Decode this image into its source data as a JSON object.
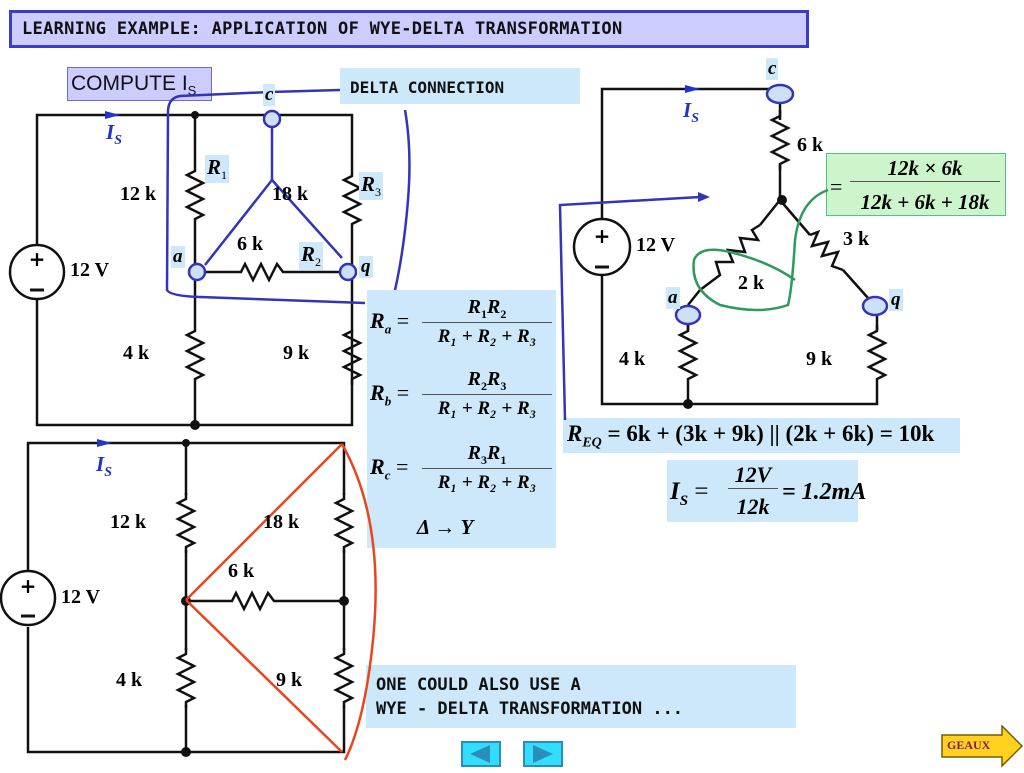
{
  "title": "LEARNING EXAMPLE: APPLICATION OF WYE-DELTA TRANSFORMATION",
  "compute_label": "COMPUTE I",
  "compute_sub": "S",
  "delta_label": "DELTA CONNECTION",
  "circuit1": {
    "source": "12 V",
    "current": "I",
    "current_sub": "S",
    "resistors": {
      "r12": "12 k",
      "r18": "18 k",
      "r6": "6 k",
      "r4": "4 k",
      "r9": "9 k"
    },
    "names": {
      "R1": "R",
      "R1_sub": "1",
      "R2": "R",
      "R2_sub": "2",
      "R3": "R",
      "R3_sub": "3"
    },
    "nodes": {
      "a": "a",
      "c": "c",
      "q": "q"
    }
  },
  "formulas": {
    "Ra": {
      "lhs": "R",
      "lhs_sub": "a",
      "num": [
        "R",
        "1",
        "R",
        "2"
      ],
      "den": "R₁ + R₂ + R₃"
    },
    "Rb": {
      "lhs": "R",
      "lhs_sub": "b",
      "num": [
        "R",
        "2",
        "R",
        "3"
      ],
      "den": "R₁ + R₂ + R₃"
    },
    "Rc": {
      "lhs": "R",
      "lhs_sub": "c",
      "num": [
        "R",
        "3",
        "R",
        "1"
      ],
      "den": "R₁ + R₂ + R₃"
    },
    "transform": "Δ → Y"
  },
  "circuit2": {
    "source": "12 V",
    "current": "I",
    "current_sub": "S",
    "resistors": {
      "r6": "6 k",
      "r3": "3 k",
      "r2": "2 k",
      "r4": "4 k",
      "r9": "9 k"
    },
    "nodes": {
      "a": "a",
      "c": "c",
      "q": "q"
    }
  },
  "green_formula": {
    "eq": "=",
    "num": "12k × 6k",
    "den": "12k + 6k + 18k"
  },
  "req": {
    "lhs": "R",
    "lhs_sub": "EQ",
    "rhs": "= 6k + (3k + 9k) || (2k + 6k) = 10k"
  },
  "is": {
    "lhs": "I",
    "lhs_sub": "S",
    "eq": "=",
    "num": "12V",
    "den": "12k",
    "result": "= 1.2mA"
  },
  "circuit3": {
    "source": "12 V",
    "current": "I",
    "current_sub": "S",
    "resistors": {
      "r12": "12 k",
      "r18": "18 k",
      "r6": "6 k",
      "r4": "4 k",
      "r9": "9 k"
    }
  },
  "note": {
    "line1": "ONE COULD ALSO USE A",
    "line2": "WYE - DELTA TRANSFORMATION ..."
  },
  "nav": {
    "prev": "previous",
    "next": "next"
  },
  "geaux_label": "GEAUX",
  "colors": {
    "title_bg": "#ccccff",
    "box_bg": "#cce8fa",
    "green_bg": "#ccf5cc",
    "annotation_blue": "#3434b8",
    "annotation_green": "#2e9a60",
    "annotation_red": "#e8461e",
    "geaux_bg": "#ffd21f"
  }
}
